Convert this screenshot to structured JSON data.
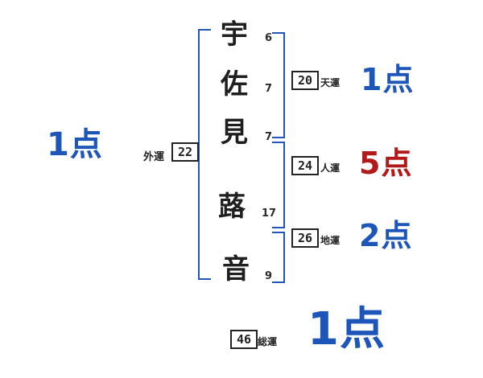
{
  "name_chars": [
    {
      "char": "宇",
      "strokes": "6"
    },
    {
      "char": "佐",
      "strokes": "7"
    },
    {
      "char": "見",
      "strokes": "7"
    },
    {
      "char": "蕗",
      "strokes": "17"
    },
    {
      "char": "音",
      "strokes": "9"
    }
  ],
  "fortunes": {
    "gai": {
      "label": "外運",
      "value": "22",
      "score": "1点"
    },
    "ten": {
      "label": "天運",
      "value": "20",
      "score": "1点"
    },
    "jin": {
      "label": "人運",
      "value": "24",
      "score": "5点"
    },
    "chi": {
      "label": "地運",
      "value": "26",
      "score": "2点"
    },
    "so": {
      "label": "総運",
      "value": "46",
      "score": "1点"
    }
  },
  "colors": {
    "accent_blue": "#1d55b8",
    "accent_red": "#b21a1a",
    "ink": "#1f1f1f"
  }
}
